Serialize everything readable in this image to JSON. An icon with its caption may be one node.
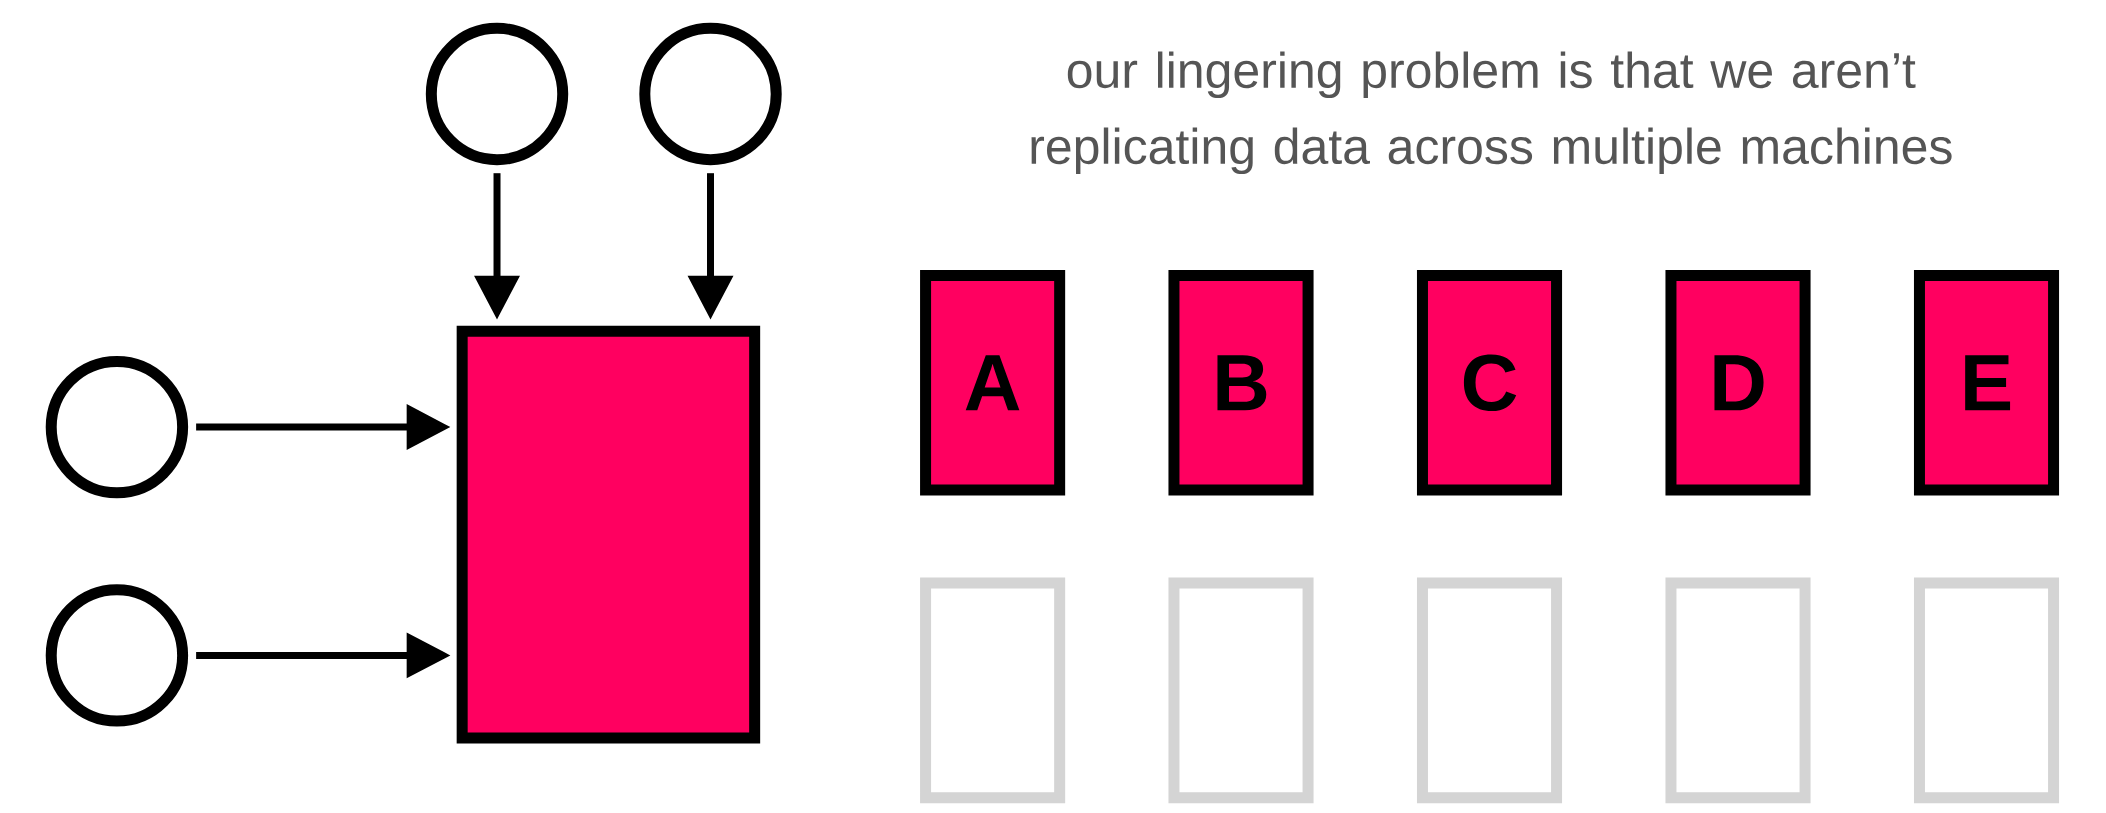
{
  "diagram": {
    "title": "our lingering problem is that we aren’t replicating data across multiple machines",
    "nodes": [
      {
        "text": [],
        "shape": "circle"
      },
      {
        "text": [],
        "shape": "circle"
      },
      {
        "text": [],
        "shape": "circle"
      },
      {
        "text": [],
        "shape": "circle"
      },
      {
        "text": [],
        "shape": "box"
      },
      {
        "text": [
          "A"
        ]
      },
      {
        "text": [
          "B"
        ]
      },
      {
        "text": [
          "C"
        ]
      },
      {
        "text": [
          "D"
        ]
      },
      {
        "text": [
          "E"
        ]
      },
      {
        "text": [],
        "shape": "box"
      },
      {
        "text": [],
        "shape": "box"
      },
      {
        "text": [],
        "shape": "box"
      },
      {
        "text": [],
        "shape": "box"
      },
      {
        "text": [],
        "shape": "box"
      }
    ],
    "edges": [
      {
        "from": 0,
        "to": 4,
        "arrow": "to"
      },
      {
        "from": 1,
        "to": 4,
        "arrow": "to"
      },
      {
        "from": 2,
        "to": 4,
        "arrow": "to"
      },
      {
        "from": 3,
        "to": 4,
        "arrow": "to"
      }
    ]
  }
}
